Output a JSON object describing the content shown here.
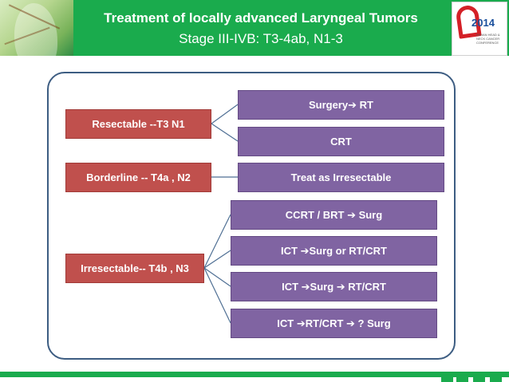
{
  "header": {
    "title": "Treatment of locally advanced Laryngeal Tumors",
    "subtitle": "Stage III-IVB: T3-4ab, N1-3",
    "logo_year": "2014",
    "logo_text": "INDIAN HEAD & NECK CANCER CONFERENCE"
  },
  "categories": [
    {
      "label": "Resectable --T3 N1"
    },
    {
      "label": "Borderline -- T4a ,  N2"
    },
    {
      "label": "Irresectable-- T4b , N3"
    }
  ],
  "options": [
    {
      "label": "Surgery➔ RT"
    },
    {
      "label": "CRT"
    },
    {
      "label": "Treat as Irresectable"
    },
    {
      "label": "CCRT  / BRT ➔ Surg"
    },
    {
      "label": "ICT ➔Surg  or RT/CRT"
    },
    {
      "label": "ICT ➔Surg  ➔ RT/CRT"
    },
    {
      "label": "ICT ➔RT/CRT ➔ ? Surg"
    }
  ],
  "colors": {
    "header_green": "#1aab4d",
    "category_red": "#c0504d",
    "option_purple": "#8064a2",
    "frame_border": "#3d5d82"
  }
}
